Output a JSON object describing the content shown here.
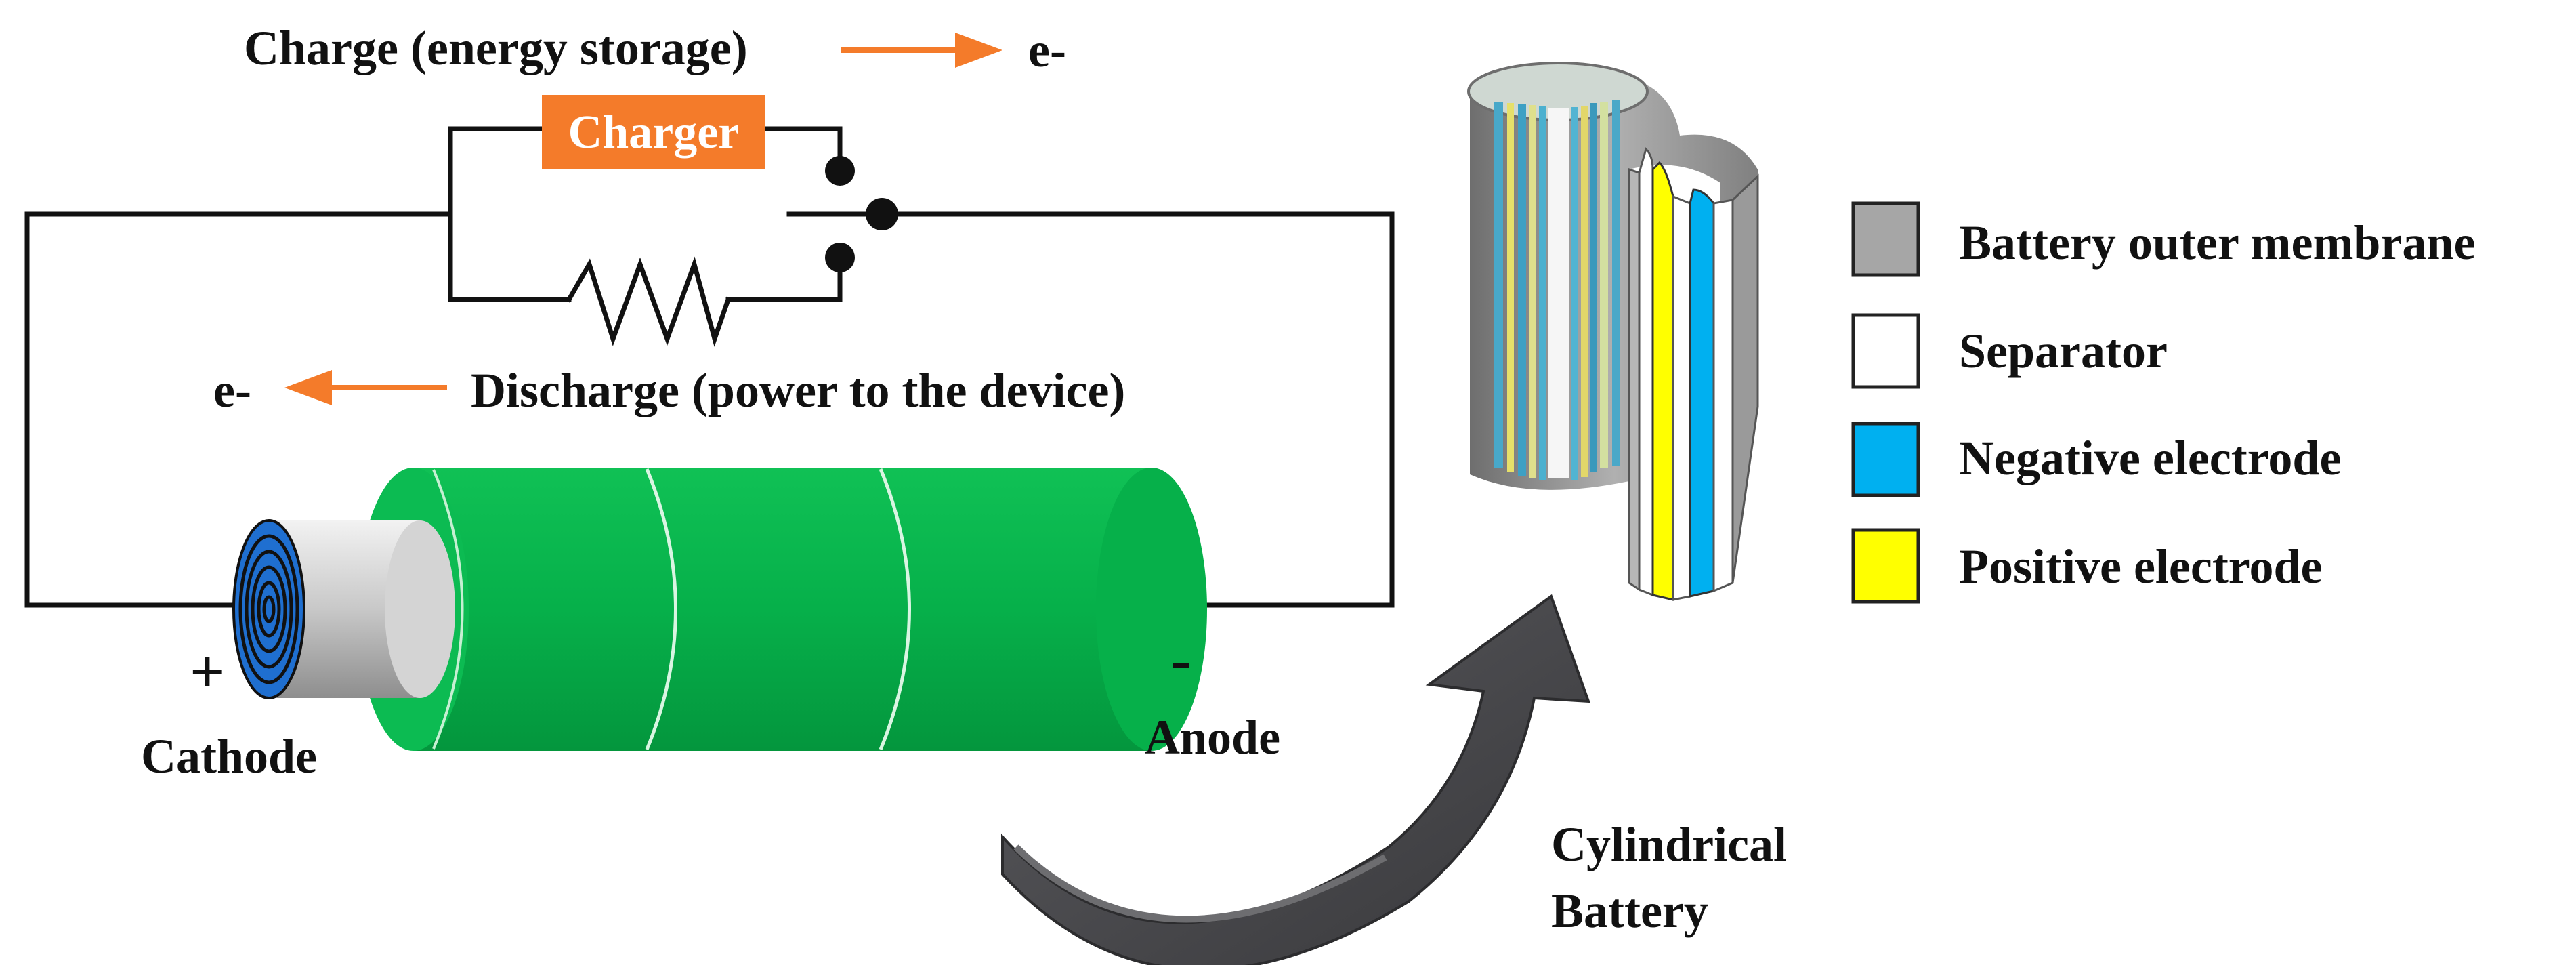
{
  "colors": {
    "accent_orange": "#F47B2A",
    "battery_green": "#06B04A",
    "wire": "#111111",
    "outer_membrane": "#A6A6A6",
    "separator": "#FFFFFF",
    "negative_electrode": "#00B0F0",
    "positive_electrode": "#FFFF00",
    "arrow_dark": "#4A4A4C"
  },
  "circuit": {
    "charge_label": "Charge (energy storage)",
    "charge_electron": "e-",
    "charger_label": "Charger",
    "discharge_label": "Discharge (power to the device)",
    "discharge_electron": "e-"
  },
  "battery": {
    "plus_sign": "+",
    "minus_sign": "-",
    "cathode_label": "Cathode",
    "anode_label": "Anode"
  },
  "cylinder": {
    "caption_line1": "Cylindrical",
    "caption_line2": "Battery"
  },
  "legend": {
    "items": [
      {
        "label": "Battery outer membrane",
        "color": "#A6A6A6"
      },
      {
        "label": "Separator",
        "color": "#FFFFFF"
      },
      {
        "label": "Negative electrode",
        "color": "#00B0F0"
      },
      {
        "label": "Positive electrode",
        "color": "#FFFF00"
      }
    ]
  }
}
